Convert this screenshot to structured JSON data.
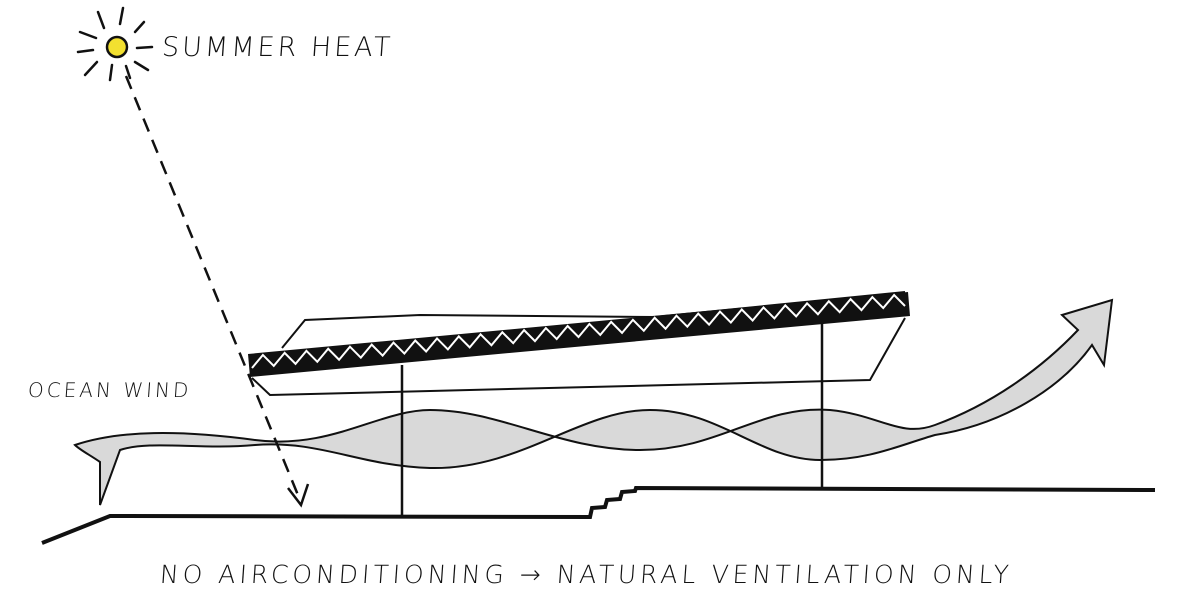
{
  "labels": {
    "sun": "SUMMER HEAT",
    "wind": "OCEAN WIND",
    "caption": "NO AIRCONDITIONING → NATURAL VENTILATION ONLY"
  },
  "colors": {
    "sun": "#f2e030",
    "wind_fill": "#d9d9d9",
    "ink": "#111111"
  }
}
